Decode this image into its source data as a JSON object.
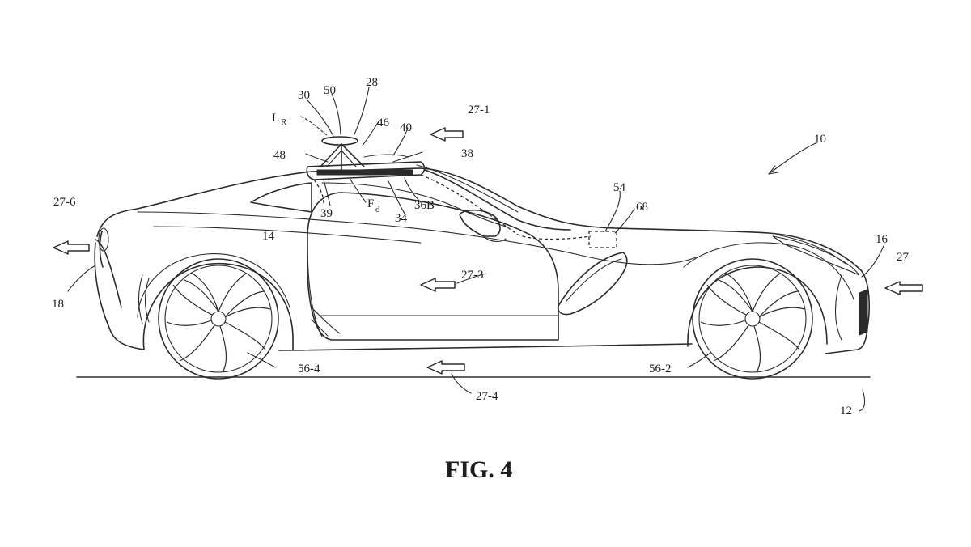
{
  "figure": {
    "caption": "FIG. 4",
    "labels": {
      "vehicle": "10",
      "road": "12",
      "body": "14",
      "front_end": "16",
      "rear_end": "18",
      "airflow": "27",
      "airflow_1": "27-1",
      "airflow_3": "27-3",
      "airflow_4": "27-4",
      "airflow_6": "27-6",
      "assembly": "28",
      "airfoil": "30",
      "spoiler_base": "34",
      "passage": "36B",
      "mount": "38",
      "channel": "39",
      "plate": "40",
      "lever": "46",
      "strut": "48",
      "tip": "50",
      "sensor": "54",
      "controller": "68",
      "front_wheel": "56-2",
      "rear_wheel": "56-4",
      "lift_L": "L",
      "lift_sub": "R",
      "force_F": "F",
      "force_sub": "d"
    }
  }
}
